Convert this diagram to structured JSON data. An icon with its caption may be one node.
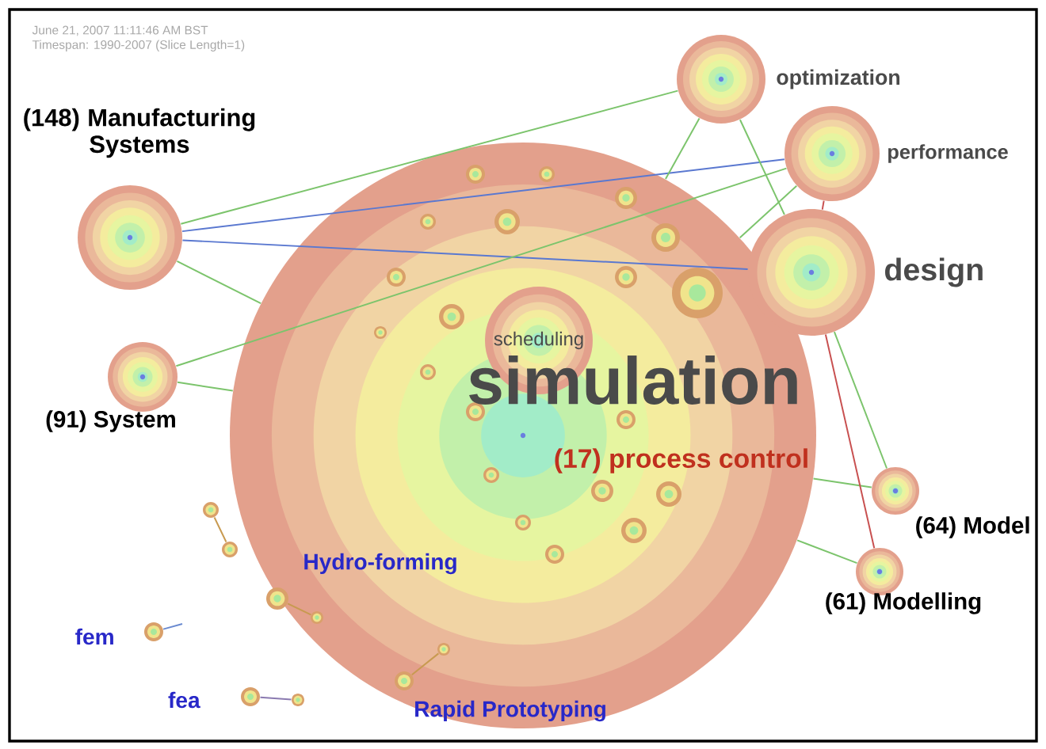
{
  "diagram": {
    "nodes": [
      {
        "text": [],
        "shape": "circle",
        "beside": [
          "simulation"
        ]
      },
      {
        "text": [
          "scheduling"
        ],
        "in": 0
      },
      {
        "text": [],
        "shape": "circle",
        "beside": [
          "optimization"
        ]
      },
      {
        "text": [],
        "shape": "circle",
        "beside": [
          "performance"
        ]
      },
      {
        "text": [],
        "shape": "circle",
        "beside": [
          "design"
        ]
      },
      {
        "text": [],
        "shape": "circle",
        "beside": [
          "(148) Manufacturing Systems"
        ]
      },
      {
        "text": [],
        "shape": "circle",
        "beside": [
          "(91) System"
        ]
      },
      {
        "text": [],
        "shape": "circle",
        "in": 0,
        "beside": [
          "(17) process control"
        ]
      },
      {
        "text": [],
        "shape": "circle",
        "beside": [
          "(64) Model"
        ]
      },
      {
        "text": [],
        "shape": "circle",
        "beside": [
          "(61) Modelling"
        ]
      },
      {
        "text": [],
        "shape": "circle",
        "in": 0,
        "beside": [
          "Hydro-forming"
        ]
      },
      {
        "text": [],
        "shape": "circle",
        "in": 0
      },
      {
        "text": [],
        "shape": "circle"
      },
      {
        "text": [],
        "shape": "circle"
      },
      {
        "text": [],
        "shape": "circle",
        "beside": [
          "fem"
        ]
      },
      {
        "text": [],
        "shape": "circle",
        "beside": [
          "fea"
        ]
      },
      {
        "text": [],
        "shape": "circle"
      },
      {
        "text": [],
        "shape": "circle",
        "in": 0,
        "beside": [
          "Rapid Prototyping"
        ]
      },
      {
        "text": [],
        "shape": "circle",
        "in": 0
      }
    ],
    "edges": [
      {
        "from": 5,
        "to": 0,
        "arrow": "none"
      },
      {
        "from": 5,
        "to": 2,
        "arrow": "none"
      },
      {
        "from": 5,
        "to": 3,
        "arrow": "none",
        "color": "#5a78d0"
      },
      {
        "from": 5,
        "to": 4,
        "arrow": "none",
        "color": "#5a78d0"
      },
      {
        "from": 6,
        "to": 0,
        "arrow": "none"
      },
      {
        "from": 6,
        "to": 3,
        "arrow": "none"
      },
      {
        "from": 2,
        "to": 0,
        "arrow": "none"
      },
      {
        "from": 3,
        "to": 0,
        "arrow": "none"
      },
      {
        "from": 3,
        "to": 4,
        "arrow": "none",
        "color": "#c85050"
      },
      {
        "from": 0,
        "to": 8,
        "arrow": "none"
      },
      {
        "from": 0,
        "to": 9,
        "arrow": "none"
      },
      {
        "from": 4,
        "to": 8,
        "arrow": "none"
      },
      {
        "from": 4,
        "to": 9,
        "arrow": "none",
        "color": "#c85050"
      },
      {
        "from": 2,
        "to": 4,
        "arrow": "none"
      },
      {
        "from": 12,
        "to": 13,
        "arrow": "none",
        "color": "#c89a50"
      },
      {
        "from": 10,
        "to": 11,
        "arrow": "none",
        "color": "#c89a50"
      },
      {
        "from": 14,
        "to": null,
        "arrow": "none",
        "color": "#6a8ad0"
      },
      {
        "from": 15,
        "to": 16,
        "arrow": "none",
        "color": "#8a7ab0"
      },
      {
        "from": 17,
        "to": 18,
        "arrow": "none",
        "color": "#c89a50"
      }
    ],
    "labels": [
      "June 21, 2007 11:11:46 AM BST",
      "Timespan: 1990-2007 (Slice Length=1)"
    ]
  }
}
